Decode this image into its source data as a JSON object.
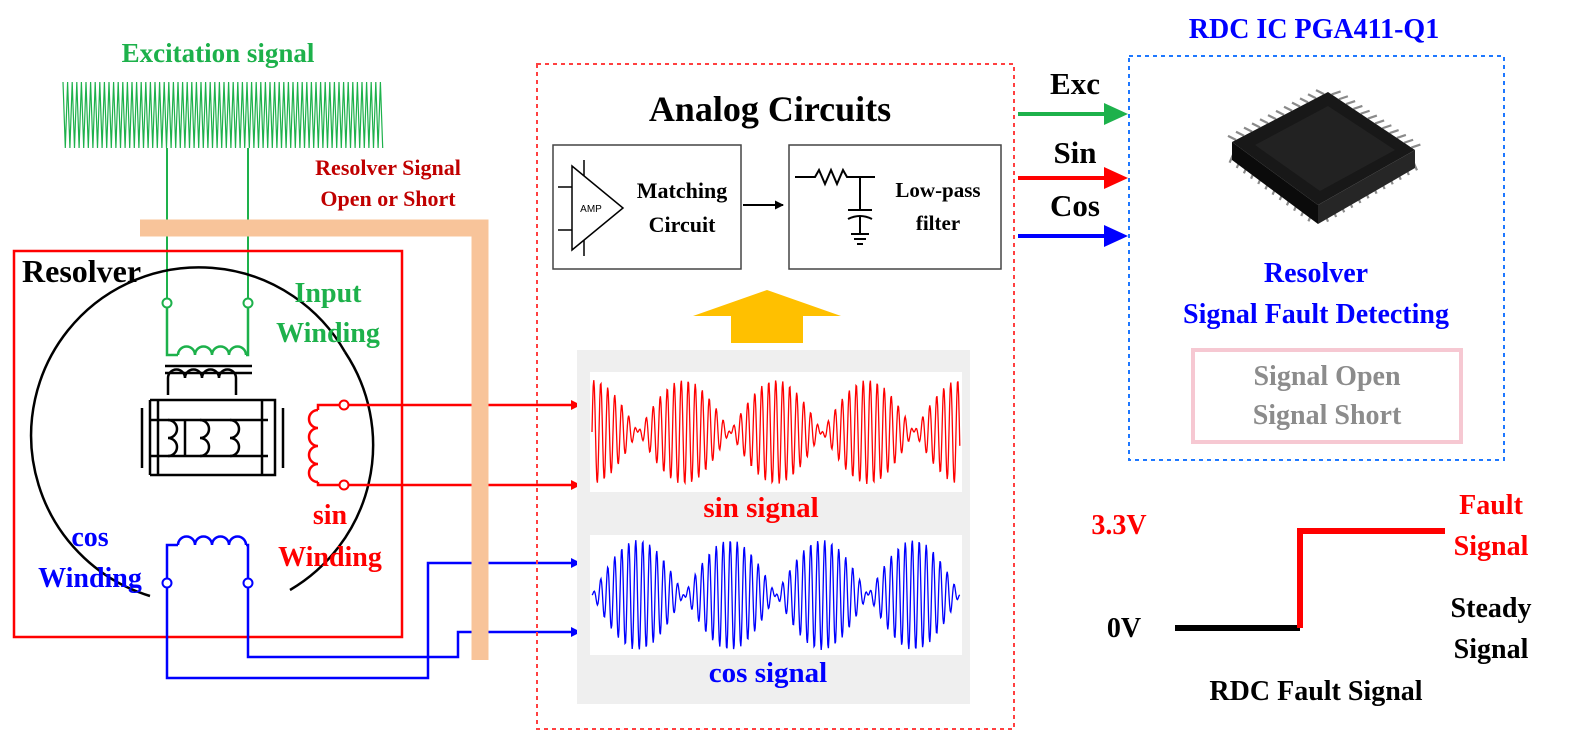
{
  "labels": {
    "excitation_signal": "Excitation signal",
    "fault_label_line1": "Resolver Signal",
    "fault_label_line2": "Open or Short",
    "resolver": "Resolver",
    "input_winding_line1": "Input",
    "input_winding_line2": "Winding",
    "sin_winding_line1": "sin",
    "sin_winding_line2": "Winding",
    "cos_winding_line1": "cos",
    "cos_winding_line2": "Winding",
    "analog_circuits": "Analog Circuits",
    "amp": "AMP",
    "matching_line1": "Matching",
    "matching_line2": "Circuit",
    "lowpass_line1": "Low-pass",
    "lowpass_line2": "filter",
    "sin_signal": "sin signal",
    "cos_signal": "cos signal",
    "exc": "Exc",
    "sin": "Sin",
    "cos": "Cos",
    "rdc_title": "RDC IC PGA411-Q1",
    "rdc_detect_line1": "Resolver",
    "rdc_detect_line2": "Signal Fault Detecting",
    "signal_open": "Signal Open",
    "signal_short": "Signal Short",
    "v33": "3.3V",
    "v0": "0V",
    "fault_signal_line1": "Fault",
    "fault_signal_line2": "Signal",
    "steady_line1": "Steady",
    "steady_line2": "Signal",
    "rdc_fault_signal": "RDC Fault Signal"
  },
  "colors": {
    "green": "#1db14b",
    "red": "#ff0000",
    "blue": "#0000ff",
    "dark_red": "#c00000",
    "orange_bar": "#f8c49a",
    "yellow_arrow": "#ffc000",
    "gray_panel": "#efefef",
    "pink_box": "#f6c8d2",
    "gray_text": "#8c8c8c",
    "black": "#000000"
  },
  "icons": [
    "amplifier-icon",
    "resistor-icon",
    "capacitor-icon",
    "ground-icon",
    "chip-icon",
    "transformer-icon"
  ]
}
